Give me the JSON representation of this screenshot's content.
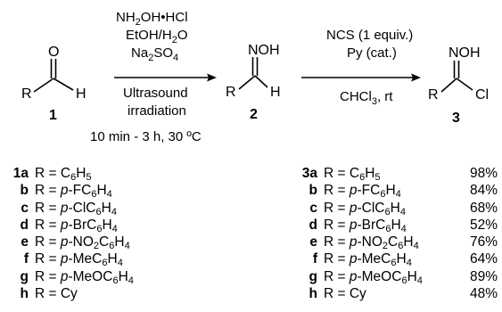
{
  "scheme": {
    "compound1": {
      "number": "1",
      "r": "R",
      "o": "O",
      "h": "H"
    },
    "step1": {
      "reagent1_main": "NH",
      "reagent1_sub": "2",
      "reagent1_rest": "OH•HCl",
      "solvent_a": "EtOH/H",
      "solvent_sub": "2",
      "solvent_b": "O",
      "dry_a": "Na",
      "dry_sub1": "2",
      "dry_b": "SO",
      "dry_sub2": "4",
      "activation1": "Ultrasound",
      "activation2": "irradiation",
      "conditions": "10 min - 3 h, 30 ºC"
    },
    "compound2": {
      "number": "2",
      "r": "R",
      "noh": "NOH",
      "h": "H"
    },
    "step2": {
      "reagent": "NCS (1 equiv.)",
      "catalyst": "Py (cat.)",
      "solvent_a": "CHCl",
      "solvent_sub": "3",
      "solvent_b": ", rt"
    },
    "compound3": {
      "number": "3",
      "r": "R",
      "noh": "NOH",
      "cl": "Cl"
    }
  },
  "aldehydes": [
    {
      "code": "1a",
      "r_html": "R = C<sub>6</sub>H<sub>5</sub>"
    },
    {
      "code": "b",
      "r_html": "R = <i>p</i>-FC<sub>6</sub>H<sub>4</sub>"
    },
    {
      "code": "c",
      "r_html": "R = <i>p</i>-ClC<sub>6</sub>H<sub>4</sub>"
    },
    {
      "code": "d",
      "r_html": "R = <i>p</i>-BrC<sub>6</sub>H<sub>4</sub>"
    },
    {
      "code": "e",
      "r_html": "R = <i>p</i>-NO<sub>2</sub>C<sub>6</sub>H<sub>4</sub>"
    },
    {
      "code": "f",
      "r_html": "R = <i>p</i>-MeC<sub>6</sub>H<sub>4</sub>"
    },
    {
      "code": "g",
      "r_html": "R = <i>p</i>-MeOC<sub>6</sub>H<sub>4</sub>"
    },
    {
      "code": "h",
      "r_html": "R = Cy"
    }
  ],
  "products": [
    {
      "code": "3a",
      "r_html": "R = C<sub>6</sub>H<sub>5</sub>",
      "yield": "98%"
    },
    {
      "code": "b",
      "r_html": "R = <i>p</i>-FC<sub>6</sub>H<sub>4</sub>",
      "yield": "84%"
    },
    {
      "code": "c",
      "r_html": "R = <i>p</i>-ClC<sub>6</sub>H<sub>4</sub>",
      "yield": "68%"
    },
    {
      "code": "d",
      "r_html": "R = <i>p</i>-BrC<sub>6</sub>H<sub>4</sub>",
      "yield": "52%"
    },
    {
      "code": "e",
      "r_html": "R = <i>p</i>-NO<sub>2</sub>C<sub>6</sub>H<sub>4</sub>",
      "yield": "76%"
    },
    {
      "code": "f",
      "r_html": "R = <i>p</i>-MeC<sub>6</sub>H<sub>4</sub>",
      "yield": "64%"
    },
    {
      "code": "g",
      "r_html": "R = <i>p</i>-MeOC<sub>6</sub>H<sub>4</sub>",
      "yield": "89%"
    },
    {
      "code": "h",
      "r_html": "R = Cy",
      "yield": "48%"
    }
  ]
}
